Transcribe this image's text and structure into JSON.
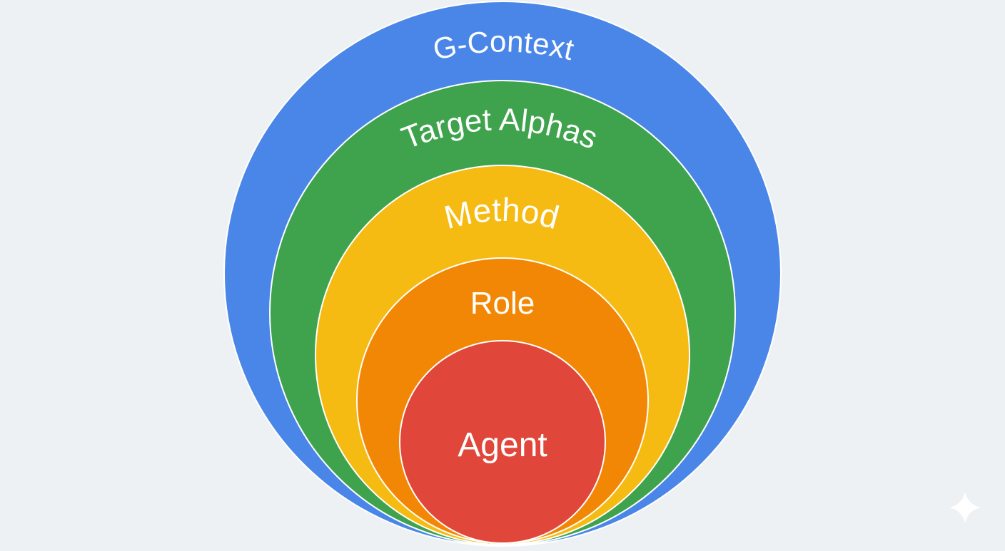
{
  "diagram": {
    "rings": [
      {
        "label": "G-Context",
        "color": "#4a86e8"
      },
      {
        "label": "Target Alphas",
        "color": "#3fa34d"
      },
      {
        "label": "Method",
        "color": "#f5bb12"
      },
      {
        "label": "Role",
        "color": "#f28705"
      },
      {
        "label": "Agent",
        "color": "#e1463a"
      }
    ],
    "ring_border_color": "#ffffff",
    "label_color": "#ffffff",
    "background": "#eef1f4",
    "corner_icon": "sparkle-icon"
  }
}
